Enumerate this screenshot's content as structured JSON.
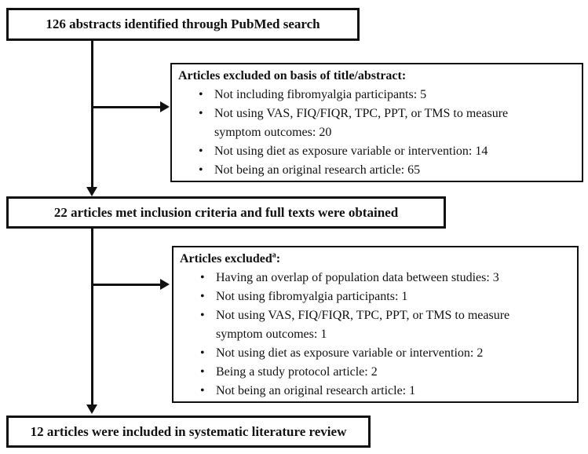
{
  "flowchart": {
    "bullet_glyph": "•",
    "colors": {
      "ink": "#111111",
      "background": "#ffffff"
    },
    "boxes": {
      "identified": {
        "label": "126 abstracts identified through PubMed search"
      },
      "fulltext": {
        "label": "22 articles met inclusion criteria and full texts were obtained"
      },
      "included": {
        "label": "12 articles were included in systematic literature review"
      }
    },
    "exclusion1": {
      "title": "Articles excluded on basis of title/abstract:",
      "items": [
        {
          "lines": [
            "Not including fibromyalgia participants: 5"
          ]
        },
        {
          "lines": [
            "Not using VAS, FIQ/FIQR, TPC, PPT, or TMS to measure",
            "symptom outcomes: 20"
          ]
        },
        {
          "lines": [
            "Not using diet as exposure variable or intervention: 14"
          ]
        },
        {
          "lines": [
            "Not being an original research article: 65"
          ]
        }
      ]
    },
    "exclusion2": {
      "title_main": "Articles excluded",
      "title_sup": "a",
      "title_suffix": ":",
      "items": [
        {
          "lines": [
            "Having an overlap of population data between studies: 3"
          ]
        },
        {
          "lines": [
            "Not using fibromyalgia participants: 1"
          ]
        },
        {
          "lines": [
            "Not using VAS, FIQ/FIQR, TPC, PPT, or TMS to measure",
            "symptom outcomes: 1"
          ]
        },
        {
          "lines": [
            "Not using diet as exposure variable or intervention: 2"
          ]
        },
        {
          "lines": [
            "Being a study protocol article: 2"
          ]
        },
        {
          "lines": [
            "Not being an original research article: 1"
          ]
        }
      ]
    }
  }
}
